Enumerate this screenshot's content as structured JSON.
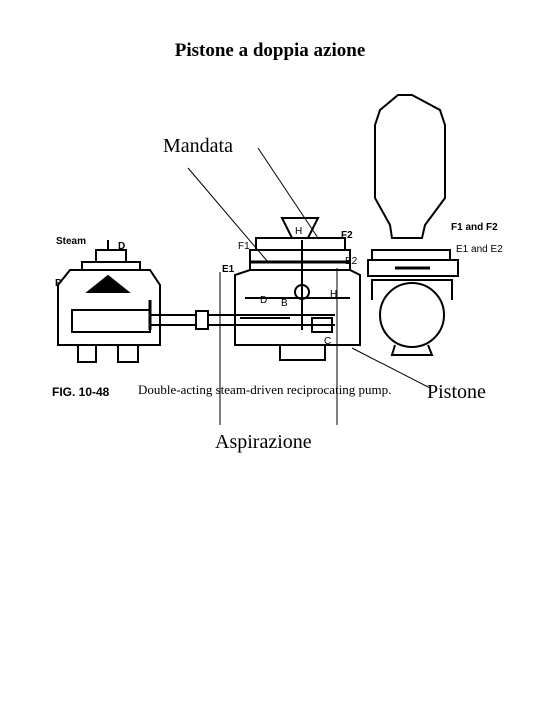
{
  "title": "Pistone a doppia azione",
  "labels": {
    "mandata": "Mandata",
    "aspirazione": "Aspirazione",
    "pistone": "Pistone"
  },
  "figure": {
    "number": "FIG. 10-48",
    "caption": "Double-acting steam-driven reciprocating pump.",
    "parts": {
      "steam": "Steam",
      "d_top": "D",
      "p": "P",
      "f1": "F1",
      "h_top": "H",
      "f2": "F2",
      "e2": "E2",
      "e1": "E1",
      "d_mid": "D",
      "b": "B",
      "h_mid": "H",
      "c": "C",
      "f1_and_f2": "F1 and F2",
      "e1_and_e2": "E1 and E2"
    }
  }
}
